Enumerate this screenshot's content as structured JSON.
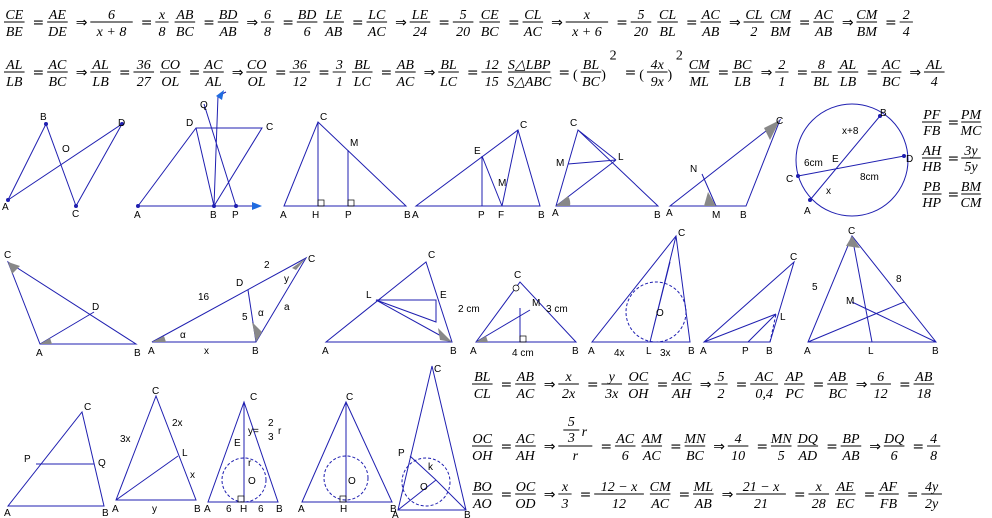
{
  "formula_rows": {
    "row1": [
      {
        "t": "frac",
        "n": "CE",
        "d": "BE"
      },
      {
        "t": "op",
        "v": "="
      },
      {
        "t": "frac",
        "n": "AE",
        "d": "DE"
      },
      {
        "t": "op",
        "v": "⇒"
      },
      {
        "t": "frac",
        "n": "6",
        "d": "x + 8"
      },
      {
        "t": "op",
        "v": "="
      },
      {
        "t": "frac",
        "n": "x",
        "d": "8"
      },
      {
        "t": "frac",
        "n": "AB",
        "d": "BC"
      },
      {
        "t": "op",
        "v": "="
      },
      {
        "t": "frac",
        "n": "BD",
        "d": "AB"
      },
      {
        "t": "op",
        "v": "⇒"
      },
      {
        "t": "frac",
        "n": "6",
        "d": "8"
      },
      {
        "t": "op",
        "v": "="
      },
      {
        "t": "frac",
        "n": "BD",
        "d": "6"
      },
      {
        "t": "frac",
        "n": "LE",
        "d": "AB"
      },
      {
        "t": "op",
        "v": "="
      },
      {
        "t": "frac",
        "n": "LC",
        "d": "AC"
      },
      {
        "t": "op",
        "v": "⇒"
      },
      {
        "t": "frac",
        "n": "LE",
        "d": "24"
      },
      {
        "t": "op",
        "v": "="
      },
      {
        "t": "frac",
        "n": "5",
        "d": "20"
      },
      {
        "t": "frac",
        "n": "CE",
        "d": "BC"
      },
      {
        "t": "op",
        "v": "="
      },
      {
        "t": "frac",
        "n": "CL",
        "d": "AC"
      },
      {
        "t": "op",
        "v": "⇒"
      },
      {
        "t": "frac",
        "n": "x",
        "d": "x + 6"
      },
      {
        "t": "op",
        "v": "="
      },
      {
        "t": "frac",
        "n": "5",
        "d": "20"
      },
      {
        "t": "frac",
        "n": "CL",
        "d": "BL"
      },
      {
        "t": "op",
        "v": "="
      },
      {
        "t": "frac",
        "n": "AC",
        "d": "AB"
      },
      {
        "t": "op",
        "v": "⇒"
      },
      {
        "t": "frac",
        "n": "CL",
        "d": "2"
      },
      {
        "t": "frac",
        "n": "CM",
        "d": "BM"
      },
      {
        "t": "op",
        "v": "="
      },
      {
        "t": "frac",
        "n": "AC",
        "d": "AB"
      },
      {
        "t": "op",
        "v": "⇒"
      },
      {
        "t": "frac",
        "n": "CM",
        "d": "BM"
      },
      {
        "t": "op",
        "v": "="
      },
      {
        "t": "frac",
        "n": "2",
        "d": "4"
      }
    ],
    "row2": [
      {
        "t": "frac",
        "n": "AL",
        "d": "LB"
      },
      {
        "t": "op",
        "v": "="
      },
      {
        "t": "frac",
        "n": "AC",
        "d": "BC"
      },
      {
        "t": "op",
        "v": "⇒"
      },
      {
        "t": "frac",
        "n": "AL",
        "d": "LB"
      },
      {
        "t": "op",
        "v": "="
      },
      {
        "t": "frac",
        "n": "36",
        "d": "27"
      },
      {
        "t": "frac",
        "n": "CO",
        "d": "OL"
      },
      {
        "t": "op",
        "v": "="
      },
      {
        "t": "frac",
        "n": "AC",
        "d": "AL"
      },
      {
        "t": "op",
        "v": "⇒"
      },
      {
        "t": "frac",
        "n": "CO",
        "d": "OL"
      },
      {
        "t": "op",
        "v": "="
      },
      {
        "t": "frac",
        "n": "36",
        "d": "12"
      },
      {
        "t": "op",
        "v": "="
      },
      {
        "t": "frac",
        "n": "3",
        "d": "1"
      },
      {
        "t": "frac",
        "n": "BL",
        "d": "LC"
      },
      {
        "t": "op",
        "v": "="
      },
      {
        "t": "frac",
        "n": "AB",
        "d": "AC"
      },
      {
        "t": "op",
        "v": "⇒"
      },
      {
        "t": "frac",
        "n": "BL",
        "d": "LC"
      },
      {
        "t": "op",
        "v": "="
      },
      {
        "t": "frac",
        "n": "12",
        "d": "15"
      },
      {
        "t": "frac",
        "n": "S△LBP",
        "d": "S△ABC"
      },
      {
        "t": "op",
        "v": "="
      },
      {
        "t": "pfrac",
        "n": "BL",
        "d": "BC",
        "e": "2"
      },
      {
        "t": "op",
        "v": "="
      },
      {
        "t": "pfrac",
        "n": "4x",
        "d": "9x",
        "e": "2"
      },
      {
        "t": "frac",
        "n": "CM",
        "d": "ML"
      },
      {
        "t": "op",
        "v": "="
      },
      {
        "t": "frac",
        "n": "BC",
        "d": "LB"
      },
      {
        "t": "op",
        "v": "⇒"
      },
      {
        "t": "frac",
        "n": "2",
        "d": "1"
      },
      {
        "t": "op",
        "v": "="
      },
      {
        "t": "frac",
        "n": "8",
        "d": "BL"
      },
      {
        "t": "frac",
        "n": "AL",
        "d": "LB"
      },
      {
        "t": "op",
        "v": "="
      },
      {
        "t": "frac",
        "n": "AC",
        "d": "BC"
      },
      {
        "t": "op",
        "v": "⇒"
      },
      {
        "t": "frac",
        "n": "AL",
        "d": "4"
      }
    ],
    "side": [
      [
        {
          "t": "frac",
          "n": "PF",
          "d": "FB"
        },
        {
          "t": "op",
          "v": "="
        },
        {
          "t": "frac",
          "n": "PM",
          "d": "MC"
        }
      ],
      [
        {
          "t": "frac",
          "n": "AH",
          "d": "HB"
        },
        {
          "t": "op",
          "v": "="
        },
        {
          "t": "frac",
          "n": "3y",
          "d": "5y"
        }
      ],
      [
        {
          "t": "frac",
          "n": "PB",
          "d": "HP"
        },
        {
          "t": "op",
          "v": "="
        },
        {
          "t": "frac",
          "n": "BM",
          "d": "CM"
        }
      ]
    ],
    "bottom1": [
      {
        "t": "frac",
        "n": "BL",
        "d": "CL"
      },
      {
        "t": "op",
        "v": "="
      },
      {
        "t": "frac",
        "n": "AB",
        "d": "AC"
      },
      {
        "t": "op",
        "v": "⇒"
      },
      {
        "t": "frac",
        "n": "x",
        "d": "2x"
      },
      {
        "t": "op",
        "v": "="
      },
      {
        "t": "frac",
        "n": "y",
        "d": "3x"
      },
      {
        "t": "frac",
        "n": "OC",
        "d": "OH"
      },
      {
        "t": "op",
        "v": "="
      },
      {
        "t": "frac",
        "n": "AC",
        "d": "AH"
      },
      {
        "t": "op",
        "v": "⇒"
      },
      {
        "t": "frac",
        "n": "5",
        "d": "2"
      },
      {
        "t": "op",
        "v": "="
      },
      {
        "t": "frac",
        "n": "AC",
        "d": "0,4"
      },
      {
        "t": "frac",
        "n": "AP",
        "d": "PC"
      },
      {
        "t": "op",
        "v": "="
      },
      {
        "t": "frac",
        "n": "AB",
        "d": "BC"
      },
      {
        "t": "op",
        "v": "⇒"
      },
      {
        "t": "frac",
        "n": "6",
        "d": "12"
      },
      {
        "t": "op",
        "v": "="
      },
      {
        "t": "frac",
        "n": "AB",
        "d": "18"
      }
    ],
    "bottom2": [
      {
        "t": "frac",
        "n": "OC",
        "d": "OH"
      },
      {
        "t": "op",
        "v": "="
      },
      {
        "t": "frac",
        "n": "AC",
        "d": "AH"
      },
      {
        "t": "op",
        "v": "⇒"
      },
      {
        "t": "cfrac",
        "n1": "5",
        "n2": "3",
        "nr": "r",
        "d": "r"
      },
      {
        "t": "op",
        "v": "="
      },
      {
        "t": "frac",
        "n": "AC",
        "d": "6"
      },
      {
        "t": "frac",
        "n": "AM",
        "d": "AC"
      },
      {
        "t": "op",
        "v": "="
      },
      {
        "t": "frac",
        "n": "MN",
        "d": "BC"
      },
      {
        "t": "op",
        "v": "⇒"
      },
      {
        "t": "frac",
        "n": "4",
        "d": "10"
      },
      {
        "t": "op",
        "v": "="
      },
      {
        "t": "frac",
        "n": "MN",
        "d": "5"
      },
      {
        "t": "frac",
        "n": "DQ",
        "d": "AD"
      },
      {
        "t": "op",
        "v": "="
      },
      {
        "t": "frac",
        "n": "BP",
        "d": "AB"
      },
      {
        "t": "op",
        "v": "⇒"
      },
      {
        "t": "frac",
        "n": "DQ",
        "d": "6"
      },
      {
        "t": "op",
        "v": "="
      },
      {
        "t": "frac",
        "n": "4",
        "d": "8"
      }
    ],
    "bottom3": [
      {
        "t": "frac",
        "n": "BO",
        "d": "AO"
      },
      {
        "t": "op",
        "v": "="
      },
      {
        "t": "frac",
        "n": "OC",
        "d": "OD"
      },
      {
        "t": "op",
        "v": "⇒"
      },
      {
        "t": "frac",
        "n": "x",
        "d": "3"
      },
      {
        "t": "op",
        "v": "="
      },
      {
        "t": "frac",
        "n": "12 − x",
        "d": "12"
      },
      {
        "t": "frac",
        "n": "CM",
        "d": "AC"
      },
      {
        "t": "op",
        "v": "="
      },
      {
        "t": "frac",
        "n": "ML",
        "d": "AB"
      },
      {
        "t": "op",
        "v": "⇒"
      },
      {
        "t": "frac",
        "n": "21 − x",
        "d": "21"
      },
      {
        "t": "op",
        "v": "="
      },
      {
        "t": "frac",
        "n": "x",
        "d": "28"
      },
      {
        "t": "frac",
        "n": "AE",
        "d": "EC"
      },
      {
        "t": "op",
        "v": "="
      },
      {
        "t": "frac",
        "n": "AF",
        "d": "FB"
      },
      {
        "t": "op",
        "v": "="
      },
      {
        "t": "frac",
        "n": "4y",
        "d": "2y"
      }
    ]
  },
  "figures": {
    "fig1": {
      "labels": [
        "B",
        "D",
        "O",
        "A",
        "C"
      ]
    },
    "fig2": {
      "labels": [
        "Q",
        "D",
        "C",
        "A",
        "B",
        "P"
      ]
    },
    "fig3": {
      "labels": [
        "C",
        "M",
        "A",
        "H",
        "P",
        "B"
      ]
    },
    "fig4": {
      "labels": [
        "C",
        "E",
        "M",
        "A",
        "P",
        "F",
        "B"
      ]
    },
    "fig5": {
      "labels": [
        "C",
        "M",
        "L",
        "A",
        "B"
      ]
    },
    "fig6": {
      "labels": [
        "C",
        "N",
        "A",
        "M",
        "B"
      ]
    },
    "fig7": {
      "labels": [
        "x+8",
        "B",
        "E",
        "6cm",
        "D",
        "C",
        "8cm",
        "x",
        "A"
      ]
    },
    "fig8": {
      "labels": [
        "C",
        "D",
        "A",
        "B"
      ]
    },
    "fig9": {
      "labels": [
        "2",
        "C",
        "y",
        "16",
        "D",
        "5",
        "α",
        "a",
        "A",
        "α",
        "x",
        "B"
      ]
    },
    "fig10": {
      "labels": [
        "C",
        "L",
        "E",
        "A",
        "B"
      ]
    },
    "fig11": {
      "labels": [
        "2 cm",
        "M",
        "3 cm",
        "A",
        "4 cm",
        "B",
        "C"
      ]
    },
    "fig12": {
      "labels": [
        "C",
        "O",
        "A",
        "4x",
        "L",
        "3x",
        "B"
      ]
    },
    "fig13": {
      "labels": [
        "C",
        "L",
        "A",
        "P",
        "B"
      ]
    },
    "fig14": {
      "labels": [
        "C",
        "5",
        "8",
        "M",
        "A",
        "L",
        "B"
      ]
    },
    "fig15": {
      "labels": [
        "C",
        "P",
        "Q",
        "A",
        "B"
      ]
    },
    "fig16": {
      "labels": [
        "C",
        "3x",
        "2x",
        "L",
        "x",
        "A",
        "y",
        "B"
      ]
    },
    "fig17": {
      "labels": [
        "C",
        "y=",
        "2",
        "3",
        "r",
        "E",
        "r",
        "O",
        "A",
        "6",
        "H",
        "6",
        "B"
      ]
    },
    "fig18": {
      "labels": [
        "C",
        "O",
        "A",
        "H",
        "B"
      ]
    },
    "fig19": {
      "labels": [
        "C",
        "P",
        "k",
        "O",
        "A",
        "B"
      ]
    }
  }
}
